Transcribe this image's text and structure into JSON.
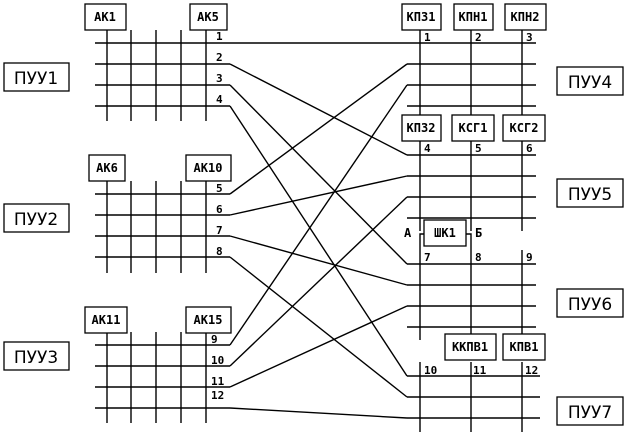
{
  "panels_left": [
    {
      "id": "puu1",
      "label": "ПУУ1",
      "box_a": "АК1",
      "box_b": "АК5",
      "nums": [
        "1",
        "2",
        "3",
        "4"
      ]
    },
    {
      "id": "puu2",
      "label": "ПУУ2",
      "box_a": "АК6",
      "box_b": "АК10",
      "nums": [
        "5",
        "6",
        "7",
        "8"
      ]
    },
    {
      "id": "puu3",
      "label": "ПУУ3",
      "box_a": "АК11",
      "box_b": "АК15",
      "nums": [
        "9",
        "10",
        "11",
        "12"
      ]
    }
  ],
  "panels_right": [
    {
      "id": "puu4",
      "label": "ПУУ4",
      "boxes": [
        "КПЗ1",
        "КПН1",
        "КПН2"
      ],
      "nums": [
        "1",
        "2",
        "3"
      ]
    },
    {
      "id": "puu5",
      "label": "ПУУ5",
      "boxes": [
        "КПЗ2",
        "КСГ1",
        "КСГ2"
      ],
      "nums": [
        "4",
        "5",
        "6"
      ]
    },
    {
      "id": "puu6",
      "label": "ПУУ6",
      "boxes": [
        "ШК1"
      ],
      "nums": [
        "7",
        "8",
        "9"
      ],
      "mark_a": "А",
      "mark_b": "Б"
    },
    {
      "id": "puu7",
      "label": "ПУУ7",
      "boxes": [
        "ККПВ1",
        "КПВ1"
      ],
      "nums": [
        "10",
        "11",
        "12"
      ]
    }
  ]
}
